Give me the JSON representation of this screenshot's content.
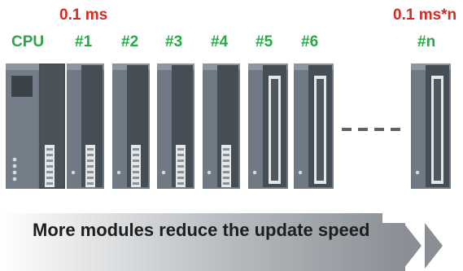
{
  "timings": {
    "first": "0.1 ms",
    "last": "0.1 ms*n"
  },
  "modules": {
    "cpu": "CPU",
    "m1": "#1",
    "m2": "#2",
    "m3": "#3",
    "m4": "#4",
    "m5": "#5",
    "m6": "#6",
    "mn": "#n"
  },
  "caption": "More modules reduce the update speed",
  "colors": {
    "timing": "#d32a22",
    "label": "#2aa748",
    "module_body": "#6f7a84",
    "module_dark": "#454d55"
  }
}
